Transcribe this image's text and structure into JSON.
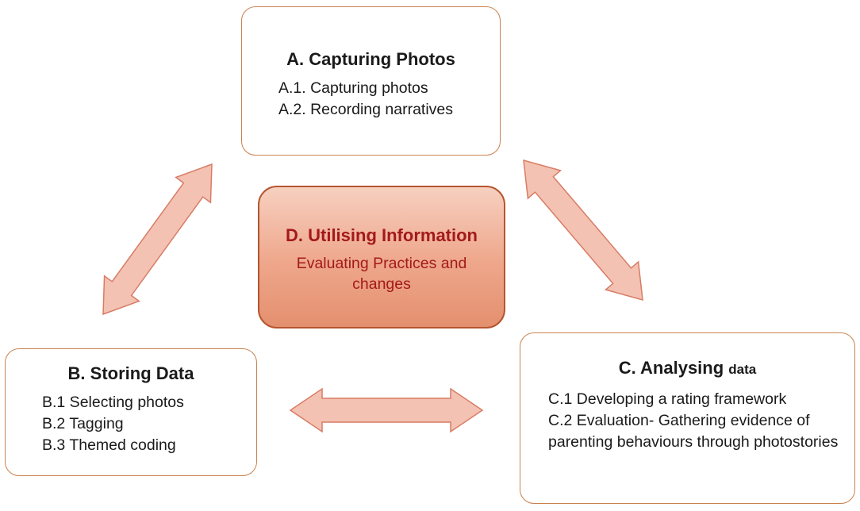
{
  "box_a": {
    "title": "A. Capturing Photos",
    "items": [
      "A.1. Capturing photos",
      "A.2. Recording narratives"
    ]
  },
  "box_b": {
    "title": "B. Storing Data",
    "items": [
      "B.1 Selecting photos",
      "B.2 Tagging",
      "B.3 Themed coding"
    ]
  },
  "box_c": {
    "title_main": "C. Analysing",
    "title_small": "data",
    "items": [
      "C.1 Developing a rating framework",
      "C.2 Evaluation- Gathering evidence of parenting behaviours through photostories"
    ]
  },
  "box_d": {
    "title": "D. Utilising Information",
    "subtitle": "Evaluating Practices and changes"
  },
  "colors": {
    "box_border": "#c9824f",
    "center_fill": "#eea68a",
    "center_text": "#a31a1a",
    "arrow_fill": "#f3c2b2",
    "arrow_stroke": "#d87c66"
  }
}
